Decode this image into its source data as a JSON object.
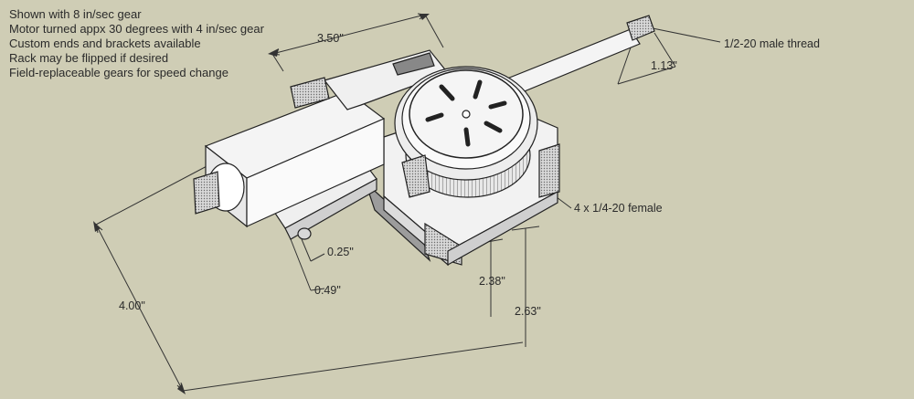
{
  "notes": [
    "Shown with 8 in/sec gear",
    "Motor turned appx 30 degrees with 4 in/sec gear",
    "Custom ends and brackets available",
    "Rack may be flipped if desired",
    "Field-replaceable gears for speed change"
  ],
  "dimensions": {
    "width_top": "3.50\"",
    "thread_len": "1.13\"",
    "rod_dia": "0.25\"",
    "rod_offset": "0.49\"",
    "height_a": "2.38\"",
    "height_b": "2.63\"",
    "length": "4.00\""
  },
  "callouts": {
    "thread": "1/2-20 male thread",
    "holes": "4 x 1/4-20 female"
  }
}
